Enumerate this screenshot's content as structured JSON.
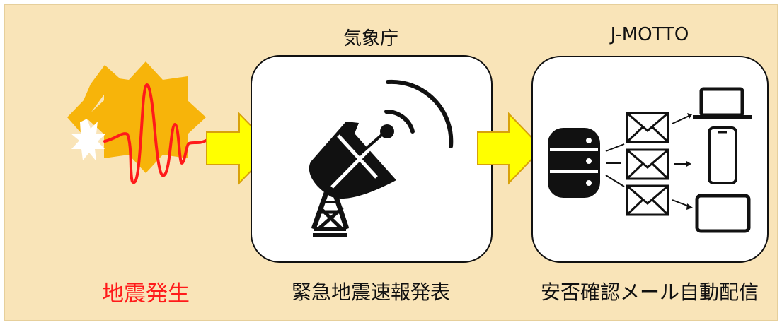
{
  "steps": [
    {
      "label": "地震発生",
      "label_color": "#ff1a1a"
    },
    {
      "title": "気象庁",
      "label": "緊急地震速報発表"
    },
    {
      "title": "J-MOTTO",
      "label": "安否確認メール自動配信"
    }
  ],
  "icons": [
    "earthquake-burst-icon",
    "seismic-wave-icon",
    "satellite-dish-icon",
    "database-server-icon",
    "mail-envelope-icon",
    "laptop-icon",
    "smartphone-icon",
    "tablet-icon",
    "flow-arrow-icon"
  ],
  "colors": {
    "background": "#f9e4b8",
    "burst_outer": "#f7b40a",
    "burst_inner": "#ffffff",
    "wave": "#ff1a1a",
    "arrow_fill": "#ffff00",
    "arrow_stroke": "#d8a10a",
    "panel_fill": "#ffffff",
    "icon": "#111111"
  }
}
